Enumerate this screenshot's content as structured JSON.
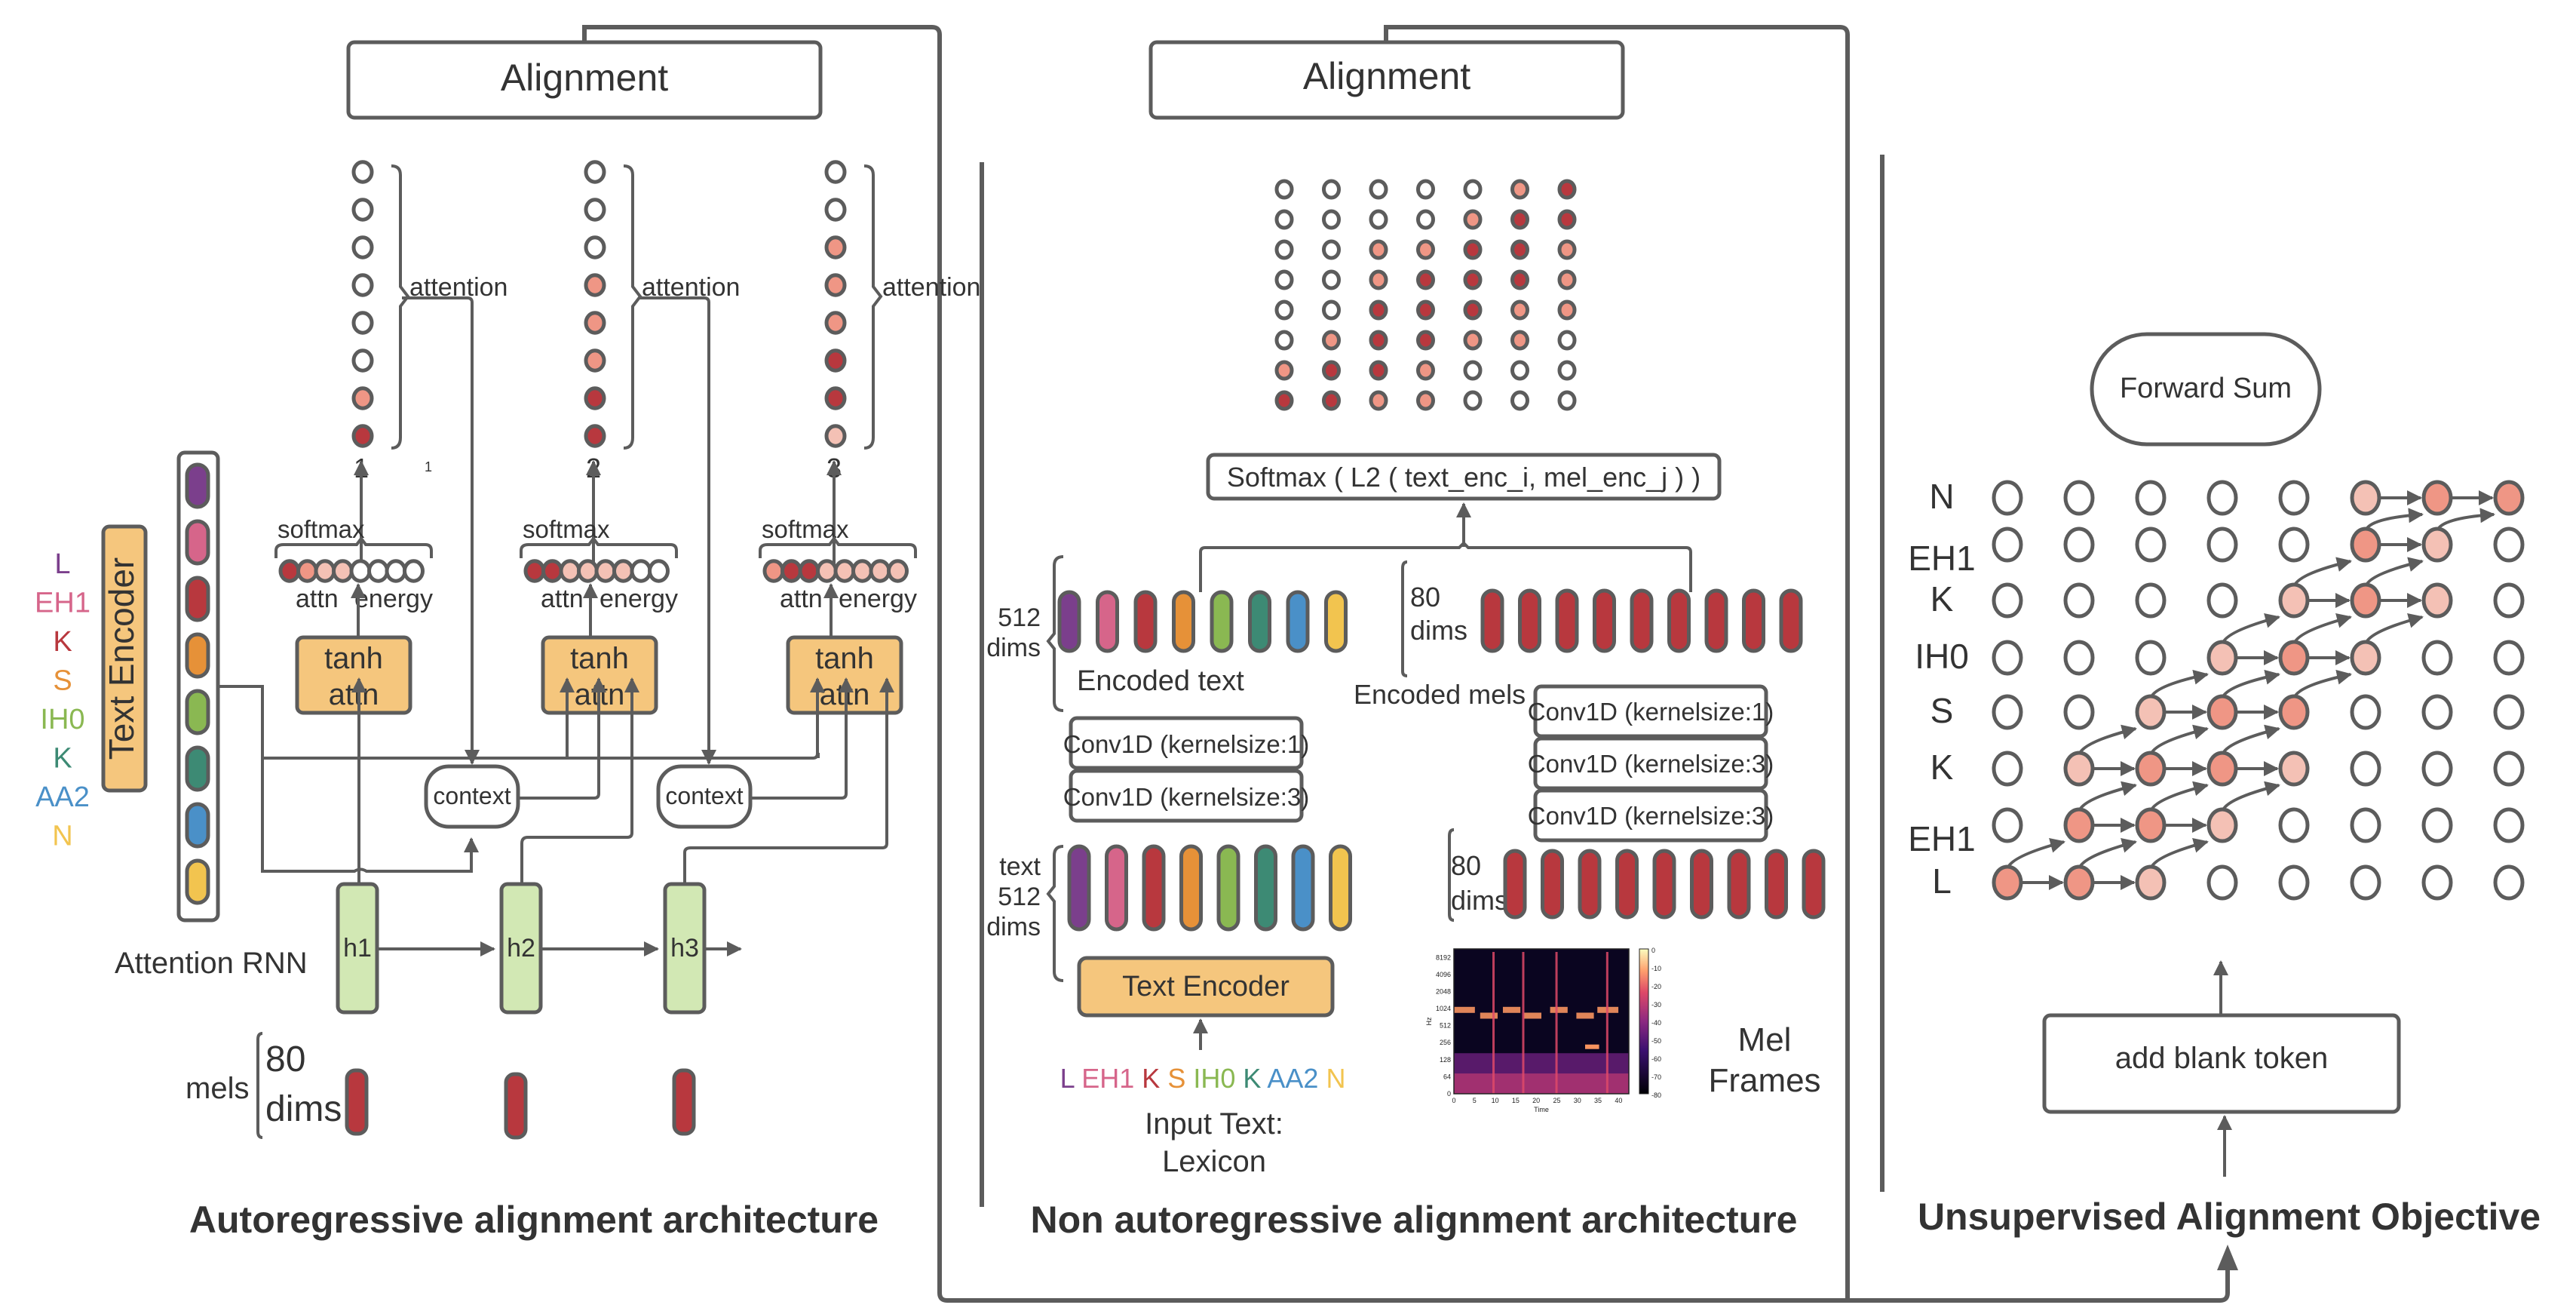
{
  "palette": {
    "dark": "#b8383e",
    "mid": "#ef9685",
    "light": "#f4c1b5",
    "empty": "#ffffff",
    "stroke": "#5c5c5c",
    "orange_box": "#f5c67d",
    "green_box": "#d2e8b4",
    "mel_bar": "#b8383e"
  },
  "phonemes": [
    {
      "label": "L",
      "color": "#7b3f8c"
    },
    {
      "label": "EH1",
      "color": "#d6658a"
    },
    {
      "label": "K",
      "color": "#b8383e"
    },
    {
      "label": "S",
      "color": "#e69138"
    },
    {
      "label": "IH0",
      "color": "#8ab852"
    },
    {
      "label": "K",
      "color": "#3d8a74"
    },
    {
      "label": "AA2",
      "color": "#4a90c8"
    },
    {
      "label": "N",
      "color": "#f2c44f"
    }
  ],
  "autoregressive": {
    "title": "Autoregressive alignment architecture",
    "alignment_label": "Alignment",
    "text_encoder_label": "Text Encoder",
    "attention_label": "attention",
    "softmax_label": "softmax",
    "attn_label": "attn",
    "energy_label": "energy",
    "tanh_label_1": "tanh",
    "tanh_label_2": "attn",
    "context_label": "context",
    "rnn_label": "Attention RNN",
    "mels_label": "mels",
    "mels_dims_1": "80",
    "mels_dims_2": "dims",
    "stray_mark": "1",
    "steps": [
      {
        "index": "1",
        "hidden": "h1",
        "attention": [
          "empty",
          "empty",
          "empty",
          "empty",
          "empty",
          "empty",
          "mid",
          "dark"
        ],
        "energy": [
          "dark",
          "mid",
          "light",
          "light",
          "empty",
          "empty",
          "empty",
          "empty"
        ]
      },
      {
        "index": "2",
        "hidden": "h2",
        "attention": [
          "empty",
          "empty",
          "empty",
          "mid",
          "mid",
          "mid",
          "dark",
          "dark"
        ],
        "energy": [
          "dark",
          "dark",
          "light",
          "light",
          "light",
          "light",
          "empty",
          "empty"
        ]
      },
      {
        "index": "3",
        "hidden": "h3",
        "attention": [
          "empty",
          "empty",
          "mid",
          "mid",
          "mid",
          "dark",
          "dark",
          "light"
        ],
        "energy": [
          "mid",
          "dark",
          "dark",
          "light",
          "light",
          "light",
          "light",
          "light"
        ]
      }
    ]
  },
  "non_autoregressive": {
    "title": "Non autoregressive alignment architecture",
    "alignment_label": "Alignment",
    "softmax_formula": "Softmax ( L2 ( text_enc_i, mel_enc_j ) )",
    "alignment_matrix": [
      [
        "empty",
        "empty",
        "empty",
        "empty",
        "empty",
        "mid",
        "dark"
      ],
      [
        "empty",
        "empty",
        "empty",
        "empty",
        "mid",
        "dark",
        "dark"
      ],
      [
        "empty",
        "empty",
        "mid",
        "mid",
        "dark",
        "dark",
        "mid"
      ],
      [
        "empty",
        "empty",
        "mid",
        "dark",
        "dark",
        "dark",
        "mid"
      ],
      [
        "empty",
        "empty",
        "dark",
        "dark",
        "dark",
        "mid",
        "mid"
      ],
      [
        "empty",
        "mid",
        "dark",
        "dark",
        "mid",
        "mid",
        "empty"
      ],
      [
        "mid",
        "dark",
        "dark",
        "mid",
        "empty",
        "empty",
        "empty"
      ],
      [
        "dark",
        "dark",
        "mid",
        "mid",
        "empty",
        "empty",
        "empty"
      ]
    ],
    "encoded_text_dims_1": "512",
    "encoded_text_dims_2": "dims",
    "encoded_text_label": "Encoded text",
    "encoded_mels_dims_1": "80",
    "encoded_mels_dims_2": "dims",
    "encoded_mels_label": "Encoded mels",
    "text_convs": [
      "Conv1D (kernelsize:1)",
      "Conv1D (kernelsize:3)"
    ],
    "mel_convs": [
      "Conv1D (kernelsize:1)",
      "Conv1D (kernelsize:3)",
      "Conv1D (kernelsize:3)"
    ],
    "text_dims_1": "text",
    "text_dims_2": "512",
    "text_dims_3": "dims",
    "mel_dims_1": "80",
    "mel_dims_2": "dims",
    "text_encoder_label": "Text Encoder",
    "input_text_1": "Input Text:",
    "input_text_2": "Lexicon",
    "mel_frames_1": "Mel",
    "mel_frames_2": "Frames",
    "mel_bar_count": 9,
    "spectrogram": {
      "ylabel": "Hz",
      "xlabel": "Time",
      "yticks": [
        "0",
        "64",
        "128",
        "256",
        "512",
        "1024",
        "2048",
        "4096",
        "8192"
      ],
      "xticks": [
        "0",
        "5",
        "10",
        "15",
        "20",
        "25",
        "30",
        "35",
        "40"
      ],
      "colorbar_ticks": [
        "0",
        "-10",
        "-20",
        "-30",
        "-40",
        "-50",
        "-60",
        "-70",
        "-80"
      ]
    }
  },
  "unsupervised": {
    "title": "Unsupervised Alignment Objective",
    "forward_sum_label": "Forward Sum",
    "blank_token_label": "add blank token",
    "row_labels": [
      "N",
      "EH1",
      "K",
      "IH0",
      "S",
      "K",
      "EH1",
      "L"
    ],
    "grid": [
      [
        "empty",
        "empty",
        "empty",
        "empty",
        "empty",
        "light",
        "mid",
        "mid"
      ],
      [
        "empty",
        "empty",
        "empty",
        "empty",
        "empty",
        "mid",
        "light",
        "empty"
      ],
      [
        "empty",
        "empty",
        "empty",
        "empty",
        "light",
        "mid",
        "light",
        "empty"
      ],
      [
        "empty",
        "empty",
        "empty",
        "light",
        "mid",
        "light",
        "empty",
        "empty"
      ],
      [
        "empty",
        "empty",
        "light",
        "mid",
        "mid",
        "empty",
        "empty",
        "empty"
      ],
      [
        "empty",
        "light",
        "mid",
        "mid",
        "light",
        "empty",
        "empty",
        "empty"
      ],
      [
        "empty",
        "mid",
        "mid",
        "light",
        "empty",
        "empty",
        "empty",
        "empty"
      ],
      [
        "mid",
        "mid",
        "light",
        "empty",
        "empty",
        "empty",
        "empty",
        "empty"
      ]
    ]
  }
}
